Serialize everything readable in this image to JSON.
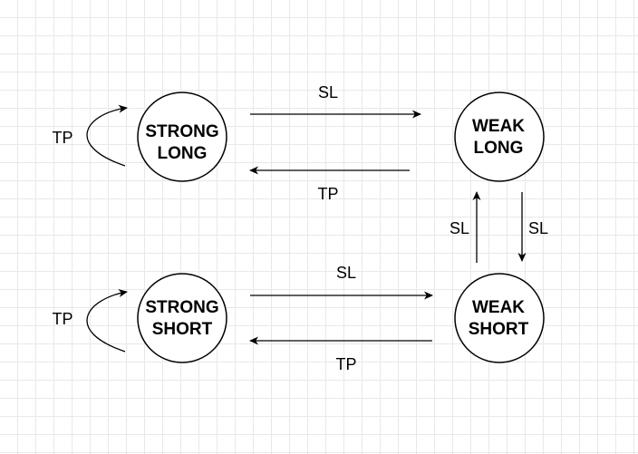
{
  "colors": {
    "stroke": "#000000",
    "node_fill": "#ffffff",
    "grid": "#e8e8e8"
  },
  "states": {
    "strong_long": {
      "line1": "STRONG",
      "line2": "LONG"
    },
    "weak_long": {
      "line1": "WEAK",
      "line2": "LONG"
    },
    "strong_short": {
      "line1": "STRONG",
      "line2": "SHORT"
    },
    "weak_short": {
      "line1": "WEAK",
      "line2": "SHORT"
    }
  },
  "transitions": {
    "strong_long_self": "TP",
    "strong_long_to_weak_long": "SL",
    "weak_long_to_strong_long": "TP",
    "weak_short_to_weak_long": "SL",
    "weak_long_to_weak_short": "SL",
    "strong_short_self": "TP",
    "strong_short_to_weak_short": "SL",
    "weak_short_to_strong_short": "TP"
  }
}
